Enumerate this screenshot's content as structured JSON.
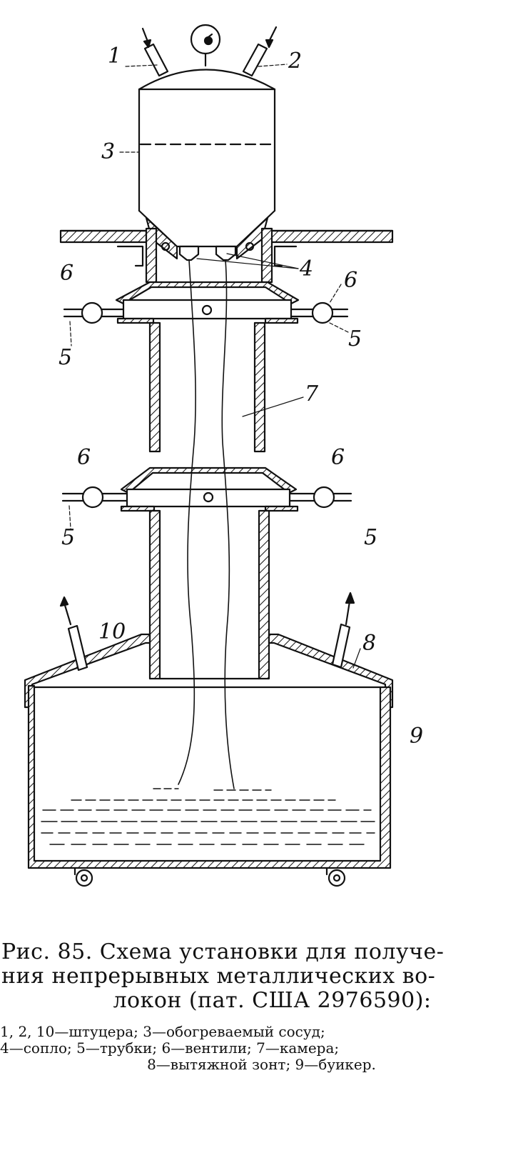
{
  "figure": {
    "labels": {
      "n1": "1",
      "n2": "2",
      "n3": "3",
      "n4": "4",
      "n5": "5",
      "n6": "6",
      "n7": "7",
      "n8": "8",
      "n9": "9",
      "n10": "10"
    }
  },
  "caption": {
    "title_line1": "Рис. 85. Схема установки для получе-",
    "title_line2": "ния непрерывных металлических во-",
    "title_line3": "локон (пат. США 2976590):",
    "legend_line1": "1, 2, 10—штуцера; 3—обогреваемый сосуд;",
    "legend_line2": "4—сопло; 5—трубки; 6—вентили; 7—камера;",
    "legend_line3": "8—вытяжной зонт; 9—буикер."
  }
}
